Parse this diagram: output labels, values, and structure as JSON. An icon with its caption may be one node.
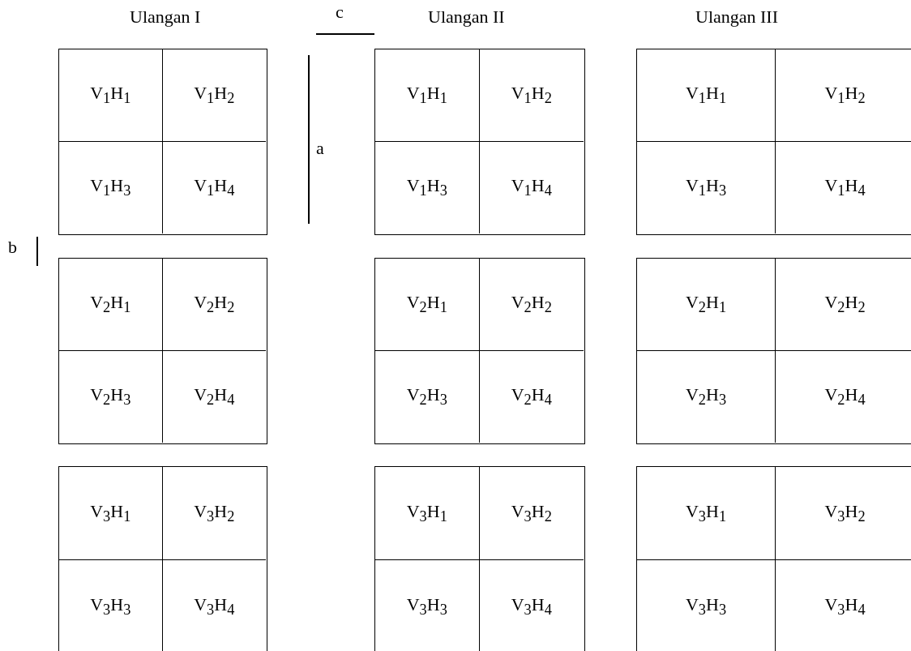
{
  "diagram": {
    "nodes": [
      {
        "text": [],
        "shape": "box"
      },
      {
        "text": [
          "V$_{1}$H$_{1}$"
        ],
        "in": 0
      },
      {
        "text": [
          "V$_{1}$H$_{2}$"
        ],
        "in": 0
      },
      {
        "text": [
          "V$_{1}$H$_{3}$"
        ],
        "in": 0
      },
      {
        "text": [
          "V$_{1}$H$_{4}$"
        ],
        "in": 0
      },
      {
        "text": [],
        "shape": "box"
      },
      {
        "text": [
          "V$_{1}$H$_{1}$"
        ],
        "in": 5
      },
      {
        "text": [
          "V$_{1}$H$_{2}$"
        ],
        "in": 5
      },
      {
        "text": [
          "V$_{1}$H$_{3}$"
        ],
        "in": 5
      },
      {
        "text": [
          "V$_{1}$H$_{4}$"
        ],
        "in": 5
      },
      {
        "text": [],
        "shape": "box"
      },
      {
        "text": [
          "V$_{1}$H$_{1}$"
        ],
        "in": 10
      },
      {
        "text": [
          "V$_{1}$H$_{2}$"
        ],
        "in": 10
      },
      {
        "text": [
          "V$_{1}$H$_{3}$"
        ],
        "in": 10
      },
      {
        "text": [
          "V$_{1}$H$_{4}$"
        ],
        "in": 10
      },
      {
        "text": [],
        "shape": "box"
      },
      {
        "text": [
          "V$_{2}$H$_{1}$"
        ],
        "in": 15
      },
      {
        "text": [
          "V$_{2}$H$_{2}$"
        ],
        "in": 15
      },
      {
        "text": [
          "V$_{2}$H$_{3}$"
        ],
        "in": 15
      },
      {
        "text": [
          "V$_{2}$H$_{4}$"
        ],
        "in": 15
      },
      {
        "text": [],
        "shape": "box"
      },
      {
        "text": [
          "V$_{2}$H$_{1}$"
        ],
        "in": 20
      },
      {
        "text": [
          "V$_{2}$H$_{2}$"
        ],
        "in": 20
      },
      {
        "text": [
          "V$_{2}$H$_{3}$"
        ],
        "in": 20
      },
      {
        "text": [
          "V$_{2}$H$_{4}$"
        ],
        "in": 20
      },
      {
        "text": [],
        "shape": "box"
      },
      {
        "text": [
          "V$_{2}$H$_{1}$"
        ],
        "in": 25
      },
      {
        "text": [
          "V$_{2}$H$_{2}$"
        ],
        "in": 25
      },
      {
        "text": [
          "V$_{2}$H$_{3}$"
        ],
        "in": 25
      },
      {
        "text": [
          "V$_{2}$H$_{4}$"
        ],
        "in": 25
      },
      {
        "text": [],
        "shape": "box"
      },
      {
        "text": [
          "V$_{3}$H$_{1}$"
        ],
        "in": 30
      },
      {
        "text": [
          "V$_{3}$H$_{2}$"
        ],
        "in": 30
      },
      {
        "text": [
          "V$_{3}$H$_{3}$"
        ],
        "in": 30
      },
      {
        "text": [
          "V$_{3}$H$_{4}$"
        ],
        "in": 30
      },
      {
        "text": [],
        "shape": "box"
      },
      {
        "text": [
          "V$_{3}$H$_{1}$"
        ],
        "in": 35
      },
      {
        "text": [
          "V$_{3}$H$_{2}$"
        ],
        "in": 35
      },
      {
        "text": [
          "V$_{3}$H$_{3}$"
        ],
        "in": 35
      },
      {
        "text": [
          "V$_{3}$H$_{4}$"
        ],
        "in": 35
      },
      {
        "text": [],
        "shape": "box"
      },
      {
        "text": [
          "V$_{3}$H$_{1}$"
        ],
        "in": 40
      },
      {
        "text": [
          "V$_{3}$H$_{2}$"
        ],
        "in": 40
      },
      {
        "text": [
          "V$_{3}$H$_{3}$"
        ],
        "in": 40
      },
      {
        "text": [
          "V$_{3}$H$_{4}$"
        ],
        "in": 40
      }
    ],
    "labels": [
      "Ulangan I",
      "c",
      "Ulangan II",
      "Ulangan III",
      "a",
      "b"
    ]
  }
}
